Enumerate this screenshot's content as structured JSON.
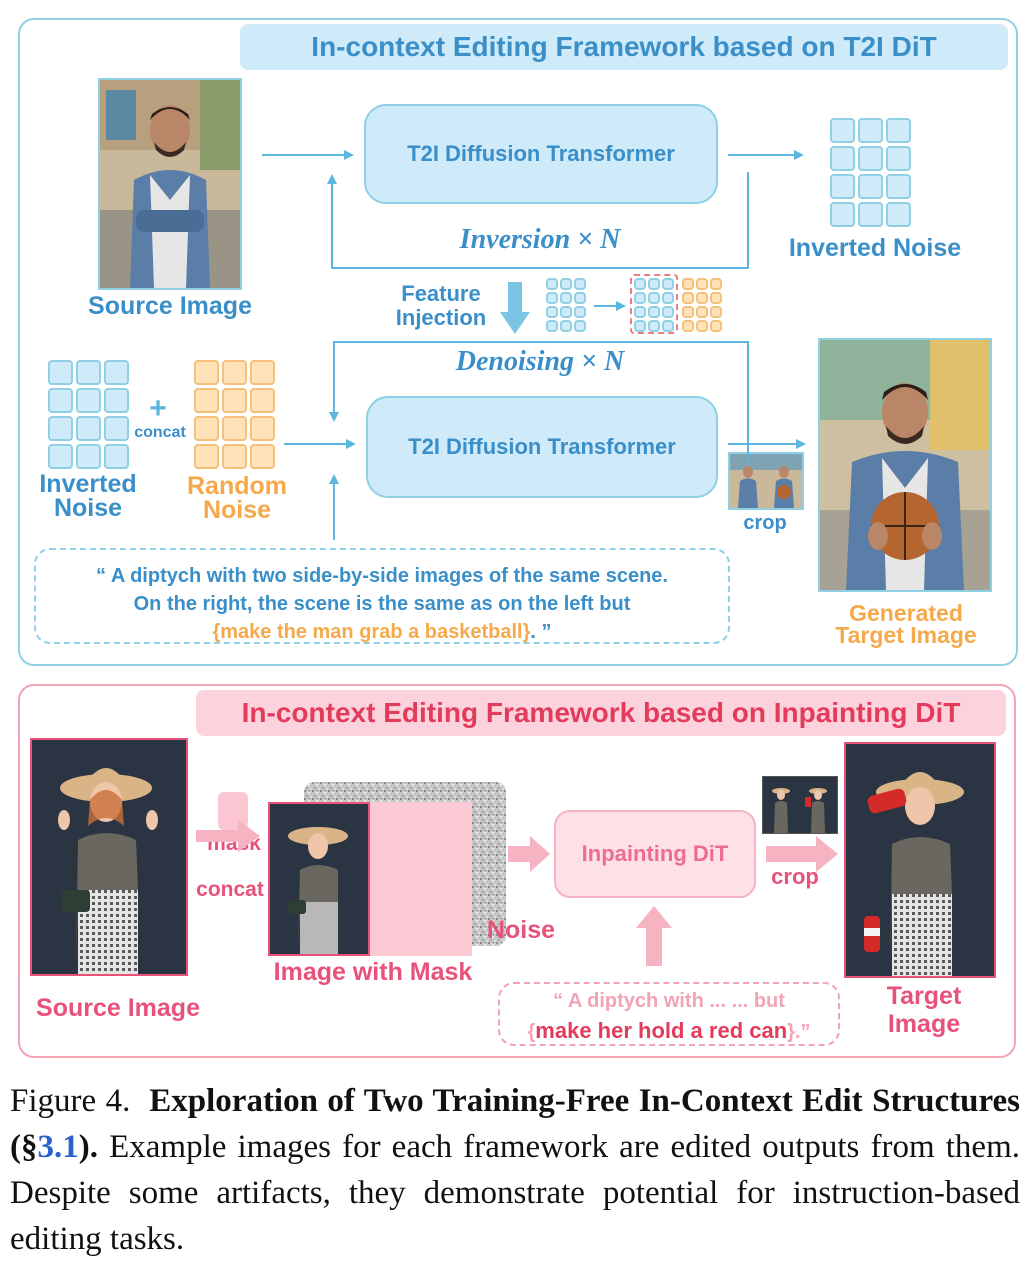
{
  "top": {
    "banner": "In-context Editing Framework based on T2I DiT",
    "source_label": "Source Image",
    "dit_top": "T2I Diffusion Transformer",
    "inversion": "Inversion × N",
    "inverted_noise_label": "Inverted Noise",
    "feature_injection_1": "Feature",
    "feature_injection_2": "Injection",
    "denoising": "Denoising × N",
    "dit_bottom": "T2I Diffusion Transformer",
    "concat": "concat",
    "inverted_1": "Inverted",
    "inverted_2": "Noise",
    "random_1": "Random",
    "random_2": "Noise",
    "crop": "crop",
    "generated_1": "Generated",
    "generated_2": "Target Image",
    "prompt_line1": "“ A diptych with two side-by-side images of the same scene.",
    "prompt_line2": "On the right, the scene is the same as on the left  but",
    "prompt_line3_highlight": "{make the man grab a basketball}",
    "prompt_line3_end": ". ”"
  },
  "bottom": {
    "banner": "In-context Editing Framework based on Inpainting DiT",
    "source_label": "Source Image",
    "mask": "mask",
    "concat": "concat",
    "image_with_mask": "Image with Mask",
    "noise": "Noise",
    "dit": "Inpainting DiT",
    "crop": "crop",
    "target_1": "Target",
    "target_2": "Image",
    "prompt_line1": "“ A diptych with ... ... but",
    "prompt_line2_open": "{",
    "prompt_line2_highlight": "make her hold a red can",
    "prompt_line2_close": "}.”"
  },
  "caption": {
    "prefix": "Figure 4.",
    "bold": "Exploration of Two Training-Free In-Context Edit Structures (§",
    "ref": "3.1",
    "bold_end": ").",
    "text": " Example images for each framework are edited outputs from them. Despite some artifacts, they demonstrate potential for instruction-based editing tasks."
  },
  "colors": {
    "blue": "#3a8fc9",
    "light_blue": "#cfeaf8",
    "orange": "#f5a94a",
    "pink": "#e8527a",
    "light_pink": "#fcd3dc"
  }
}
